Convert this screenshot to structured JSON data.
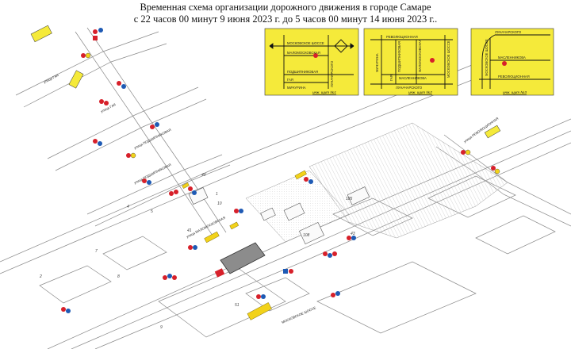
{
  "title": {
    "line1": "Временная схема организации дорожного движения в городе Самаре",
    "line2": "с 22 часов 00 минут 9 июня 2023 г. до 5 часов 00 минут 14 июня 2023 г.."
  },
  "inset1": {
    "roads": [
      "МОСКОВСКОЕ ШОССЕ",
      "МАЛОМОСКОВСКАЯ",
      "ПОДШИПНИКОВАЯ",
      "ГАЯ",
      "МИЧУРИНА",
      "ЛУНАЧАРСКОГО"
    ],
    "caption": "инж. щит №1"
  },
  "inset2": {
    "roads": [
      "РЕВОЛЮЦИОННАЯ",
      "ПОДШИПНИКОВАЯ",
      "МАЛОМОСКОВСКАЯ",
      "МОСКОВСКОЕ ШОССЕ",
      "МИЧУРИНА",
      "ГАЯ",
      "МАСЛЕННИКОВА",
      "ЛУНАЧАРСКОГО"
    ],
    "caption": "инж. щит №2"
  },
  "inset3": {
    "roads": [
      "ЛУНАЧАРСКОГО",
      "МАСЛЕННИКОВА",
      "МОСКОВСКОЕ ШОССЕ",
      "РЕВОЛЮЦИОННАЯ"
    ],
    "caption": "инж. щит №3"
  },
  "streets": {
    "gaya": "улица ГАЯ",
    "podshipnikovaya": "улица ПОДШИПНИКОВАЯ",
    "malomoskovskaya": "улица МАЛОМОСКОВСКАЯ",
    "moskovskoe": "МОСКОВСКОЕ ШОССЕ",
    "revolyutsionnaya": "улица РЕВОЛЮЦИОННАЯ"
  },
  "building_numbers": [
    "1",
    "2",
    "4",
    "5",
    "7",
    "8",
    "9",
    "10",
    "40",
    "41",
    "51",
    "108",
    "185",
    "43"
  ],
  "colors": {
    "inset_fill": "#f5ea3a",
    "sign_red": "#d7202a",
    "sign_blue": "#1e5ab4",
    "construction": "#f2d21a",
    "road_line": "#777777"
  }
}
